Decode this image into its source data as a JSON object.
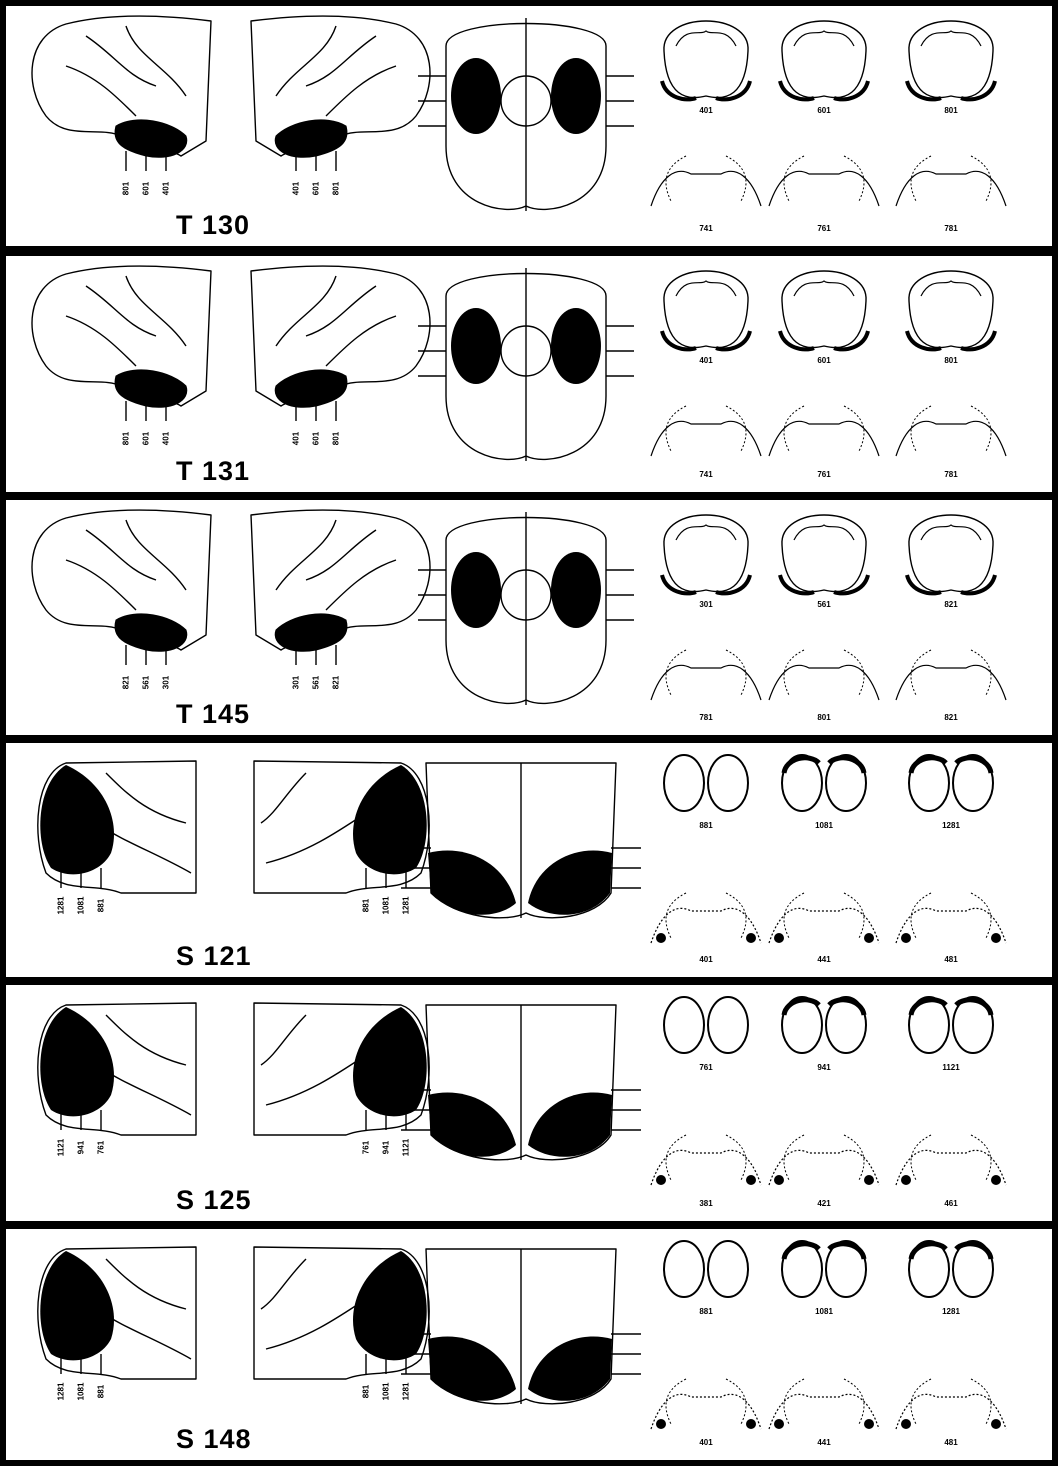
{
  "panels": [
    {
      "id": "T130",
      "label": "T 130",
      "lateral_ticks_left": [
        "801",
        "601",
        "401"
      ],
      "lateral_ticks_right": [
        "401",
        "601",
        "801"
      ],
      "coronal_top": [
        "401",
        "601",
        "801"
      ],
      "coronal_bottom": [
        "741",
        "761",
        "781"
      ]
    },
    {
      "id": "T131",
      "label": "T 131",
      "lateral_ticks_left": [
        "801",
        "601",
        "401"
      ],
      "lateral_ticks_right": [
        "401",
        "601",
        "801"
      ],
      "coronal_top": [
        "401",
        "601",
        "801"
      ],
      "coronal_bottom": [
        "741",
        "761",
        "781"
      ]
    },
    {
      "id": "T145",
      "label": "T 145",
      "lateral_ticks_left": [
        "821",
        "561",
        "301"
      ],
      "lateral_ticks_right": [
        "301",
        "561",
        "821"
      ],
      "coronal_top": [
        "301",
        "561",
        "821"
      ],
      "coronal_bottom": [
        "781",
        "801",
        "821"
      ]
    },
    {
      "id": "S121",
      "label": "S 121",
      "lateral_ticks_left": [
        "1281",
        "1081",
        "881"
      ],
      "lateral_ticks_right": [
        "881",
        "1081",
        "1281"
      ],
      "coronal_top": [
        "881",
        "1081",
        "1281"
      ],
      "coronal_bottom": [
        "401",
        "441",
        "481"
      ]
    },
    {
      "id": "S125",
      "label": "S 125",
      "lateral_ticks_left": [
        "1121",
        "941",
        "761"
      ],
      "lateral_ticks_right": [
        "761",
        "941",
        "1121"
      ],
      "coronal_top": [
        "761",
        "941",
        "1121"
      ],
      "coronal_bottom": [
        "381",
        "421",
        "461"
      ]
    },
    {
      "id": "S148",
      "label": "S 148",
      "lateral_ticks_left": [
        "1281",
        "1081",
        "881"
      ],
      "lateral_ticks_right": [
        "881",
        "1081",
        "1281"
      ],
      "coronal_top": [
        "881",
        "1081",
        "1281"
      ],
      "coronal_bottom": [
        "401",
        "441",
        "481"
      ]
    }
  ]
}
